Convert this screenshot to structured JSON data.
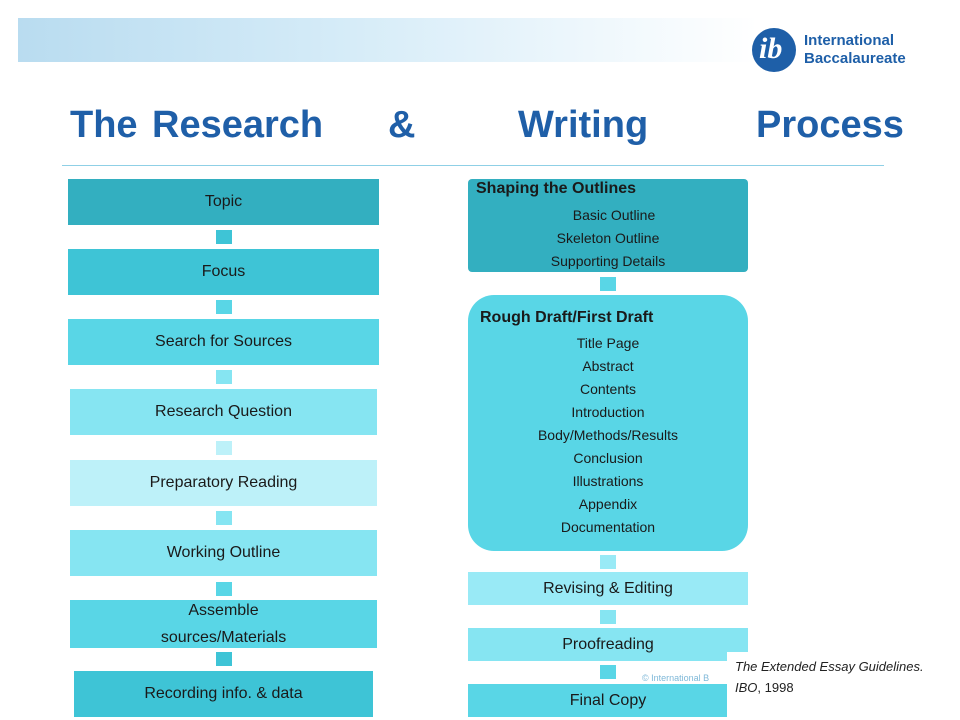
{
  "title": {
    "w1": "The",
    "w2": "Research",
    "w3": "&",
    "w4": "Writing",
    "w5": "Process"
  },
  "logo": {
    "mark": "ib",
    "line1": "International",
    "line2": "Baccalaureate",
    "icon": "ib-logo-icon"
  },
  "left_steps": [
    {
      "label": "Topic",
      "color": "#33afc0"
    },
    {
      "label": "Focus",
      "color": "#3ec4d6"
    },
    {
      "label": "Search for Sources",
      "color": "#59d6e6"
    },
    {
      "label": "Research Question",
      "color": "#86e5f2"
    },
    {
      "label": "Preparatory Reading",
      "color": "#bdf1f9"
    },
    {
      "label": "Working Outline",
      "color": "#86e5f2"
    },
    {
      "label": "Assemble",
      "label2": "sources/Materials",
      "color": "#59d6e6"
    },
    {
      "label": "Recording info. & data",
      "color": "#3ec4d6"
    }
  ],
  "right_steps": [
    {
      "heading": "Shaping the Outlines",
      "items": [
        "Basic Outline",
        "Skeleton Outline",
        "Supporting Details"
      ],
      "color": "#33afc0"
    },
    {
      "heading": "Rough Draft/First Draft",
      "items": [
        "Title Page",
        "Abstract",
        "Contents",
        "Introduction",
        "Body/Methods/Results",
        "Conclusion",
        "Illustrations",
        "Appendix",
        "Documentation"
      ],
      "color": "#59d6e6"
    },
    {
      "label": "Revising & Editing",
      "color": "#99eaf6"
    },
    {
      "label": "Proofreading",
      "color": "#86e5f2"
    },
    {
      "label": "Final Copy",
      "color": "#59d6e6"
    }
  ],
  "citation": {
    "line1": "The Extended Essay Guidelines.",
    "line2a": "IBO",
    "line2b": ", 1998"
  },
  "copyright": "© International B"
}
